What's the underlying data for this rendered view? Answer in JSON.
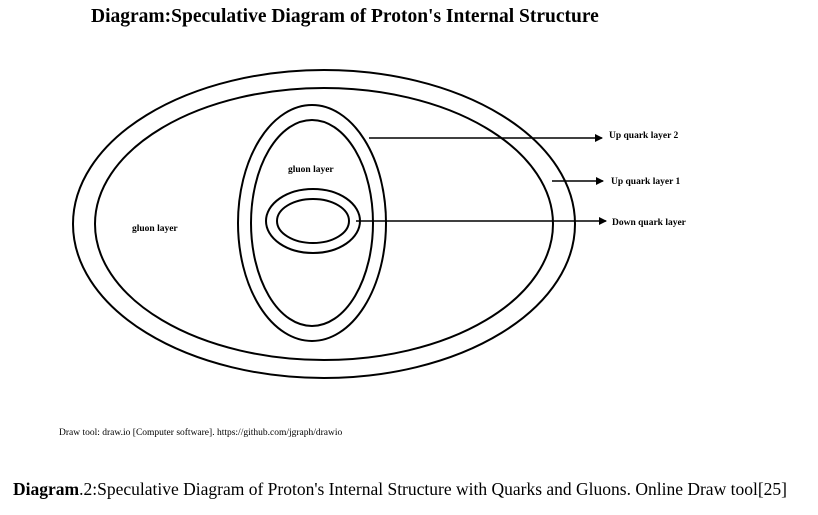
{
  "title": "Diagram:Speculative Diagram of Proton's Internal Structure",
  "diagram": {
    "outer_label": "gluon layer",
    "inner_label": "gluon layer",
    "arrows": [
      {
        "label": "Up quark layer 2"
      },
      {
        "label": "Up quark layer 1"
      },
      {
        "label": "Down quark layer"
      }
    ]
  },
  "credit": "Draw tool: draw.io  [Computer software]. https://github.com/jgraph/drawio",
  "caption": {
    "bold": "Diagram",
    "text": ".2:Speculative Diagram of Proton's Internal Structure with Quarks and Gluons. Online Draw tool[25]"
  }
}
